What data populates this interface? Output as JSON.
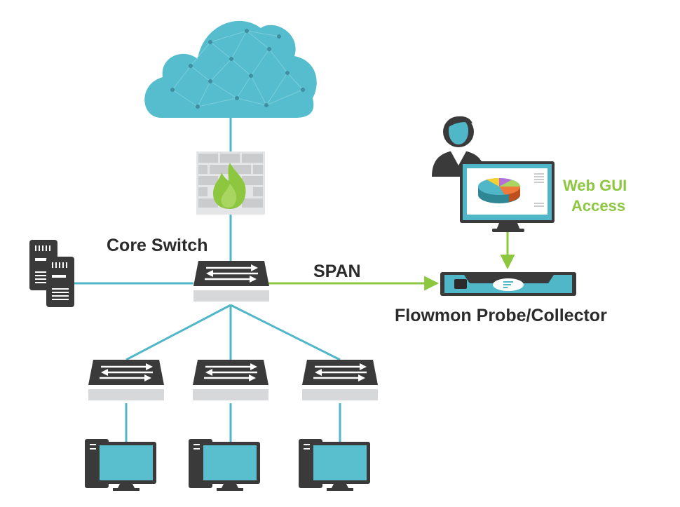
{
  "labels": {
    "core_switch": "Core Switch",
    "span": "SPAN",
    "probe": "Flowmon Probe/Collector",
    "web_gui_line1": "Web GUI",
    "web_gui_line2": "Access"
  },
  "colors": {
    "teal": "#4fb7c8",
    "dark": "#3a3a3a",
    "green": "#8dc63f",
    "gray": "#d9dadb",
    "brick": "#c9cbcd"
  },
  "icons": [
    "cloud-icon",
    "firewall-icon",
    "switch-icon",
    "server-icon",
    "desktop-icon",
    "user-icon",
    "monitor-icon",
    "appliance-icon"
  ]
}
